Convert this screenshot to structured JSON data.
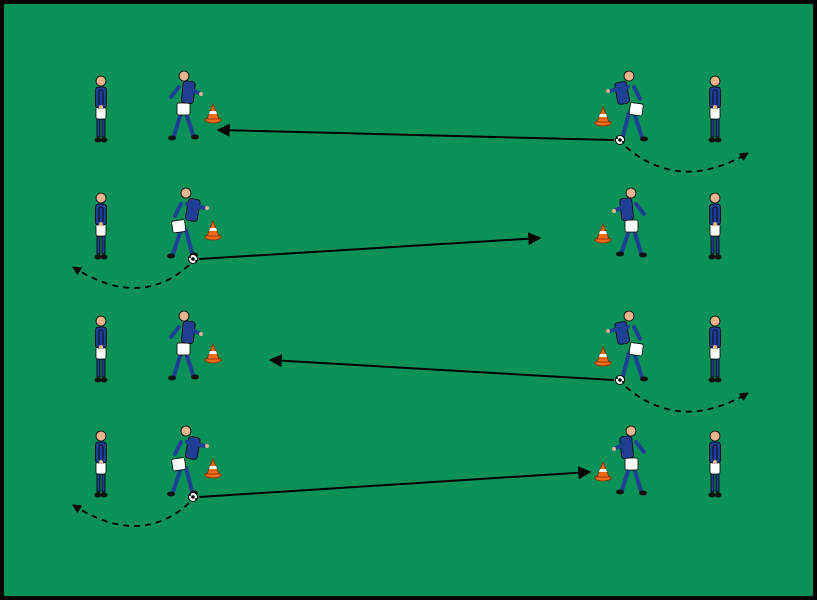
{
  "colors": {
    "pitch": "#0a9158",
    "border": "#000000",
    "jersey": "#1f3f95",
    "shorts": "#ffffff",
    "skin": "#e9b48e",
    "hair": "#6a3f1a",
    "socks": "#1f3f95",
    "boots": "#111111",
    "cone": "#f06a1c",
    "cone_stripe": "#ffffff",
    "arrow": "#000000"
  },
  "icons": {
    "player": "player-icon",
    "cone": "cone-icon",
    "ball": "ball-icon",
    "pass": "pass-arrow",
    "run": "run-arrow"
  },
  "rows": [
    {
      "pass_direction": "left",
      "ball_side": "right",
      "run_side": "right"
    },
    {
      "pass_direction": "right",
      "ball_side": "left",
      "run_side": "left"
    },
    {
      "pass_direction": "left",
      "ball_side": "right",
      "run_side": "right"
    },
    {
      "pass_direction": "right",
      "ball_side": "left",
      "run_side": "left"
    }
  ]
}
